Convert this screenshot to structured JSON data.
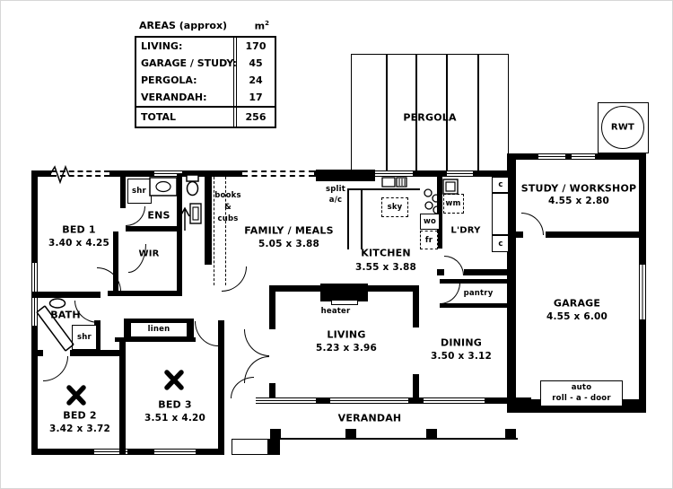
{
  "areas_table": {
    "title": "AREAS (approx)",
    "unit": "m",
    "unit_sup": "2",
    "rows": [
      {
        "label": "LIVING:",
        "value": "170"
      },
      {
        "label": "GARAGE / STUDY:",
        "value": "45"
      },
      {
        "label": "PERGOLA:",
        "value": "24"
      },
      {
        "label": "VERANDAH:",
        "value": "17"
      }
    ],
    "total_label": "TOTAL",
    "total_value": "256"
  },
  "rooms": {
    "pergola": {
      "name": "PERGOLA"
    },
    "rwt": {
      "name": "RWT"
    },
    "study": {
      "name": "STUDY / WORKSHOP",
      "dims": "4.55 x 2.80"
    },
    "garage": {
      "name": "GARAGE",
      "dims": "4.55 x 6.00"
    },
    "bed1": {
      "name": "BED 1",
      "dims": "3.40 x 4.25"
    },
    "bed2": {
      "name": "BED 2",
      "dims": "3.42 x 3.72"
    },
    "bed3": {
      "name": "BED 3",
      "dims": "3.51 x 4.20"
    },
    "family": {
      "name": "FAMILY / MEALS",
      "dims": "5.05 x 3.88"
    },
    "kitchen": {
      "name": "KITCHEN",
      "dims": "3.55 x 3.88"
    },
    "living": {
      "name": "LIVING",
      "dims": "5.23 x 3.96"
    },
    "dining": {
      "name": "DINING",
      "dims": "3.50 x 3.12"
    },
    "ens": {
      "name": "ENS"
    },
    "wir": {
      "name": "WIR"
    },
    "bath": {
      "name": "BATH"
    },
    "ldry": {
      "name": "L'DRY"
    },
    "verandah": {
      "name": "VERANDAH"
    }
  },
  "fixtures": {
    "shr_ens": "shr",
    "shr_bath": "shr",
    "books_line1": "books",
    "books_line2": "&",
    "books_line3": "cubs",
    "split_line1": "split",
    "split_line2": "a/c",
    "sky": "sky",
    "wo": "wo",
    "fr": "fr",
    "wm": "wm",
    "pantry": "pantry",
    "linen": "linen",
    "heater": "heater",
    "cupboard_top": "c",
    "cupboard_bottom": "c",
    "roll_door_line1": "auto",
    "roll_door_line2": "roll - a - door"
  }
}
